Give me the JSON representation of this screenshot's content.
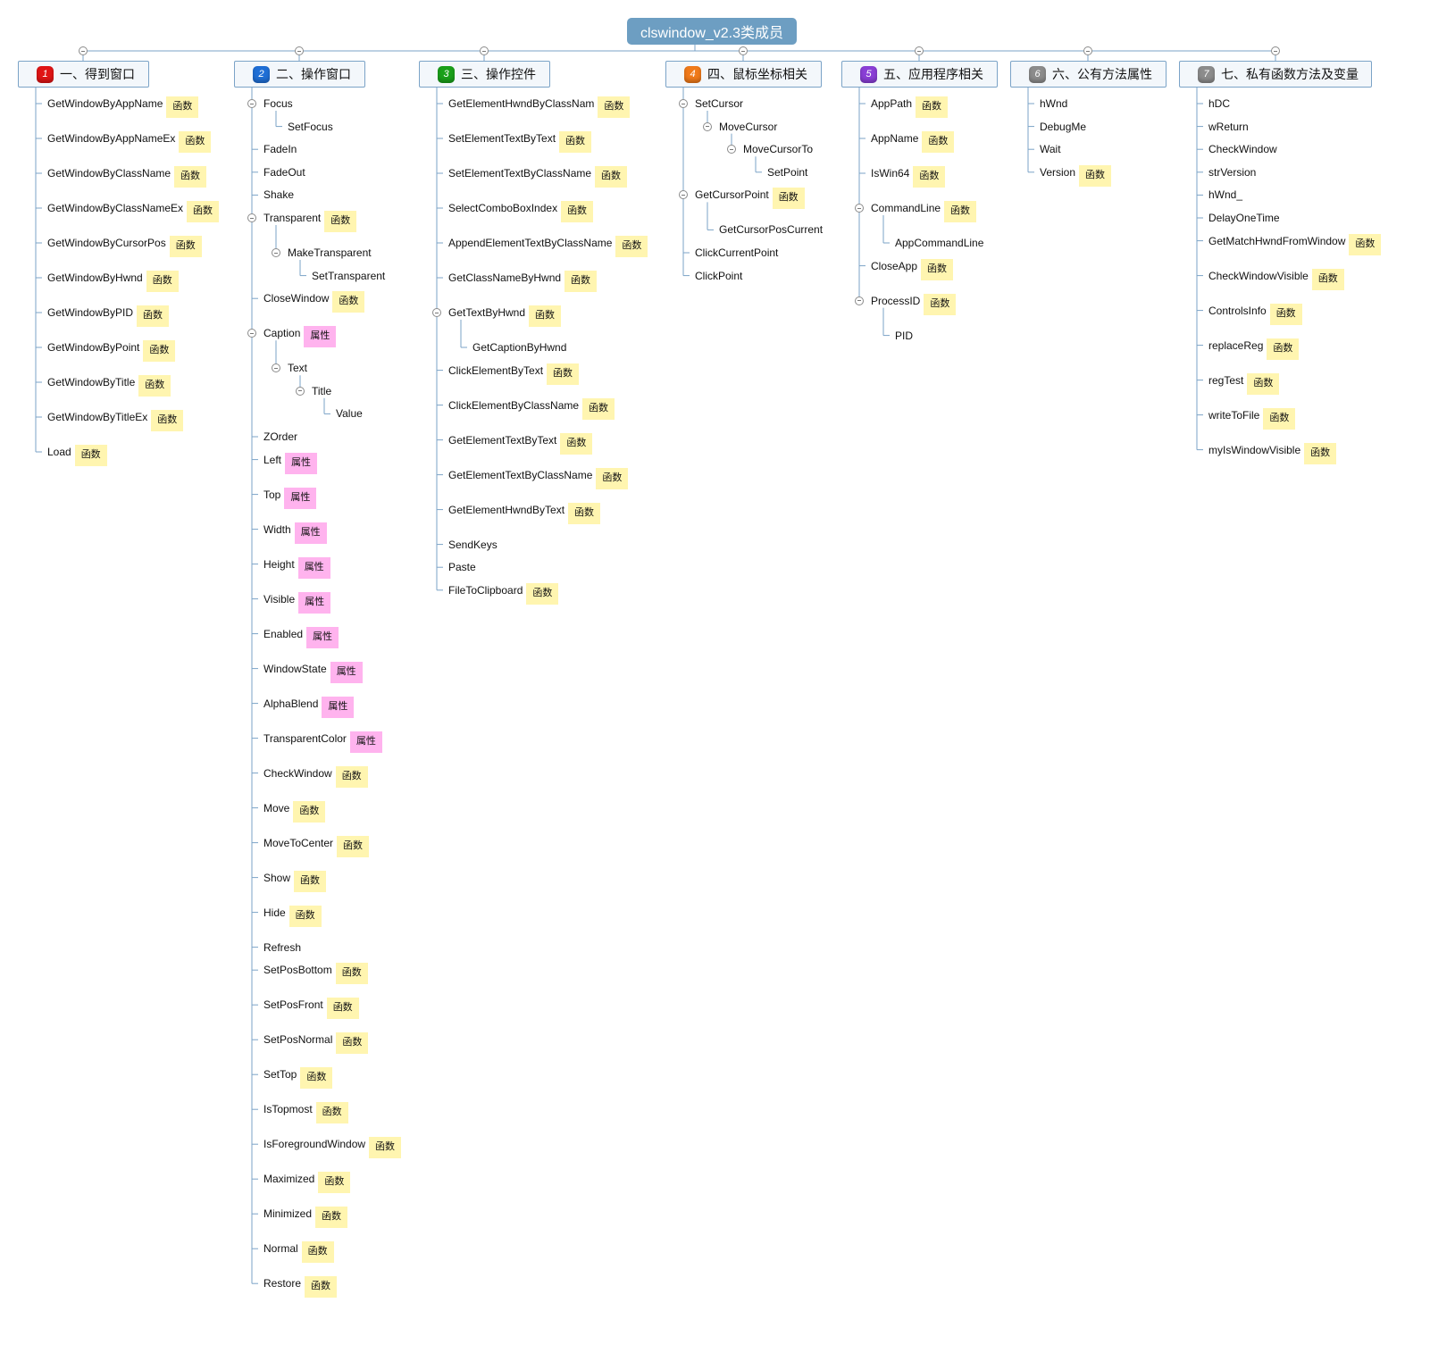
{
  "root": {
    "label": "clswindow_v2.3类成员"
  },
  "tag_labels": {
    "fn": "函数",
    "pr": "属性"
  },
  "colors": {
    "root_bg": "#6d9ec2",
    "branch_border": "#7ba3c7",
    "line": "#7ba3c7",
    "func_tag": "#fff5b0",
    "prop_tag": "#ffb3ee"
  },
  "branches": [
    {
      "num": "1",
      "color": "#e01515",
      "label": "一、得到窗口",
      "items": [
        {
          "text": "GetWindowByAppName",
          "tag": "fn"
        },
        {
          "text": "GetWindowByAppNameEx",
          "tag": "fn"
        },
        {
          "text": "GetWindowByClassName",
          "tag": "fn"
        },
        {
          "text": "GetWindowByClassNameEx",
          "tag": "fn"
        },
        {
          "text": "GetWindowByCursorPos",
          "tag": "fn"
        },
        {
          "text": "GetWindowByHwnd",
          "tag": "fn"
        },
        {
          "text": "GetWindowByPID",
          "tag": "fn"
        },
        {
          "text": "GetWindowByPoint",
          "tag": "fn"
        },
        {
          "text": "GetWindowByTitle",
          "tag": "fn"
        },
        {
          "text": "GetWindowByTitleEx",
          "tag": "fn"
        },
        {
          "text": "Load",
          "tag": "fn"
        }
      ]
    },
    {
      "num": "2",
      "color": "#1f6fd6",
      "label": "二、操作窗口",
      "items": [
        {
          "text": "Focus",
          "children": [
            {
              "text": "SetFocus"
            }
          ]
        },
        {
          "text": "FadeIn"
        },
        {
          "text": "FadeOut"
        },
        {
          "text": "Shake"
        },
        {
          "text": "Transparent",
          "tag": "fn",
          "children": [
            {
              "text": "MakeTransparent",
              "children": [
                {
                  "text": "SetTransparent"
                }
              ]
            }
          ]
        },
        {
          "text": "CloseWindow",
          "tag": "fn"
        },
        {
          "text": "Caption",
          "tag": "pr",
          "children": [
            {
              "text": "Text",
              "children": [
                {
                  "text": "Title",
                  "children": [
                    {
                      "text": "Value"
                    }
                  ]
                }
              ]
            }
          ]
        },
        {
          "text": "ZOrder"
        },
        {
          "text": "Left",
          "tag": "pr"
        },
        {
          "text": "Top",
          "tag": "pr"
        },
        {
          "text": "Width",
          "tag": "pr"
        },
        {
          "text": "Height",
          "tag": "pr"
        },
        {
          "text": "Visible",
          "tag": "pr"
        },
        {
          "text": "Enabled",
          "tag": "pr"
        },
        {
          "text": "WindowState",
          "tag": "pr"
        },
        {
          "text": "AlphaBlend",
          "tag": "pr"
        },
        {
          "text": "TransparentColor",
          "tag": "pr"
        },
        {
          "text": "CheckWindow",
          "tag": "fn"
        },
        {
          "text": "Move",
          "tag": "fn"
        },
        {
          "text": "MoveToCenter",
          "tag": "fn"
        },
        {
          "text": "Show",
          "tag": "fn"
        },
        {
          "text": "Hide",
          "tag": "fn"
        },
        {
          "text": "Refresh"
        },
        {
          "text": "SetPosBottom",
          "tag": "fn"
        },
        {
          "text": "SetPosFront",
          "tag": "fn"
        },
        {
          "text": "SetPosNormal",
          "tag": "fn"
        },
        {
          "text": "SetTop",
          "tag": "fn"
        },
        {
          "text": "IsTopmost",
          "tag": "fn"
        },
        {
          "text": "IsForegroundWindow",
          "tag": "fn"
        },
        {
          "text": "Maximized",
          "tag": "fn"
        },
        {
          "text": "Minimized",
          "tag": "fn"
        },
        {
          "text": "Normal",
          "tag": "fn"
        },
        {
          "text": "Restore",
          "tag": "fn"
        }
      ]
    },
    {
      "num": "3",
      "color": "#1aa01a",
      "label": "三、操作控件",
      "items": [
        {
          "text": "GetElementHwndByClassNam",
          "tag": "fn"
        },
        {
          "text": "SetElementTextByText",
          "tag": "fn"
        },
        {
          "text": "SetElementTextByClassName",
          "tag": "fn"
        },
        {
          "text": "SelectComboBoxIndex",
          "tag": "fn"
        },
        {
          "text": "AppendElementTextByClassName",
          "tag": "fn"
        },
        {
          "text": "GetClassNameByHwnd",
          "tag": "fn"
        },
        {
          "text": "GetTextByHwnd",
          "tag": "fn",
          "children": [
            {
              "text": "GetCaptionByHwnd"
            }
          ]
        },
        {
          "text": "ClickElementByText",
          "tag": "fn"
        },
        {
          "text": "ClickElementByClassName",
          "tag": "fn"
        },
        {
          "text": "GetElementTextByText",
          "tag": "fn"
        },
        {
          "text": "GetElementTextByClassName",
          "tag": "fn"
        },
        {
          "text": "GetElementHwndByText",
          "tag": "fn"
        },
        {
          "text": "SendKeys"
        },
        {
          "text": "Paste"
        },
        {
          "text": "FileToClipboard",
          "tag": "fn"
        }
      ]
    },
    {
      "num": "4",
      "color": "#f07a1a",
      "label": "四、鼠标坐标相关",
      "items": [
        {
          "text": "SetCursor",
          "children": [
            {
              "text": "MoveCursor",
              "children": [
                {
                  "text": "MoveCursorTo",
                  "children": [
                    {
                      "text": "SetPoint"
                    }
                  ]
                }
              ]
            }
          ]
        },
        {
          "text": "GetCursorPoint",
          "tag": "fn",
          "children": [
            {
              "text": "GetCursorPosCurrent"
            }
          ]
        },
        {
          "text": "ClickCurrentPoint"
        },
        {
          "text": "ClickPoint"
        }
      ]
    },
    {
      "num": "5",
      "color": "#8a3fd6",
      "label": "五、应用程序相关",
      "items": [
        {
          "text": "AppPath",
          "tag": "fn"
        },
        {
          "text": "AppName",
          "tag": "fn"
        },
        {
          "text": "IsWin64",
          "tag": "fn"
        },
        {
          "text": "CommandLine",
          "tag": "fn",
          "children": [
            {
              "text": "AppCommandLine"
            }
          ]
        },
        {
          "text": "CloseApp",
          "tag": "fn"
        },
        {
          "text": "ProcessID",
          "tag": "fn",
          "children": [
            {
              "text": "PID"
            }
          ]
        }
      ]
    },
    {
      "num": "6",
      "color": "#8c8c8c",
      "label": "六、公有方法属性",
      "items": [
        {
          "text": "hWnd"
        },
        {
          "text": "DebugMe"
        },
        {
          "text": "Wait"
        },
        {
          "text": "Version",
          "tag": "fn"
        }
      ]
    },
    {
      "num": "7",
      "color": "#8c8c8c",
      "label": "七、私有函数方法及变量",
      "items": [
        {
          "text": "hDC"
        },
        {
          "text": "wReturn"
        },
        {
          "text": "CheckWindow"
        },
        {
          "text": "strVersion"
        },
        {
          "text": "hWnd_"
        },
        {
          "text": "DelayOneTime"
        },
        {
          "text": "GetMatchHwndFromWindow",
          "tag": "fn"
        },
        {
          "text": "CheckWindowVisible",
          "tag": "fn"
        },
        {
          "text": "ControlsInfo",
          "tag": "fn"
        },
        {
          "text": "replaceReg",
          "tag": "fn"
        },
        {
          "text": "regTest",
          "tag": "fn"
        },
        {
          "text": "writeToFile",
          "tag": "fn"
        },
        {
          "text": "myIsWindowVisible",
          "tag": "fn"
        }
      ]
    }
  ]
}
